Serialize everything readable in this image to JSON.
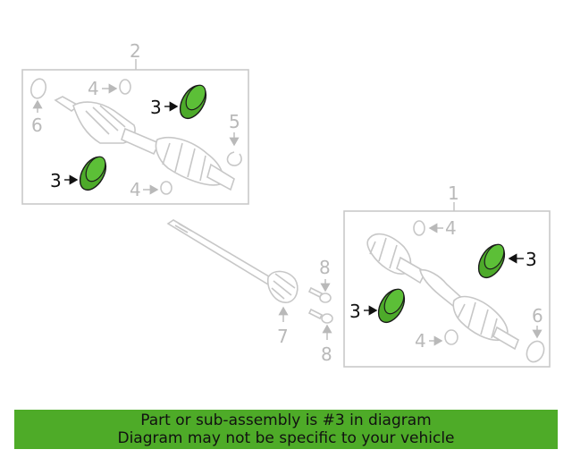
{
  "callouts": {
    "c1": "1",
    "c2": "2",
    "c3a": "3",
    "c3b": "3",
    "c3c": "3",
    "c3d": "3",
    "c4a": "4",
    "c4b": "4",
    "c4c": "4",
    "c4d": "4",
    "c5": "5",
    "c6a": "6",
    "c6b": "6",
    "c7": "7",
    "c8a": "8",
    "c8b": "8"
  },
  "banner": {
    "line1": "Part or sub-assembly is #3 in diagram",
    "line2": "Diagram may not be specific to your vehicle"
  },
  "colors": {
    "highlight": "#4daa2a",
    "banner": "#4eab28",
    "outline": "#c7c7c7"
  }
}
